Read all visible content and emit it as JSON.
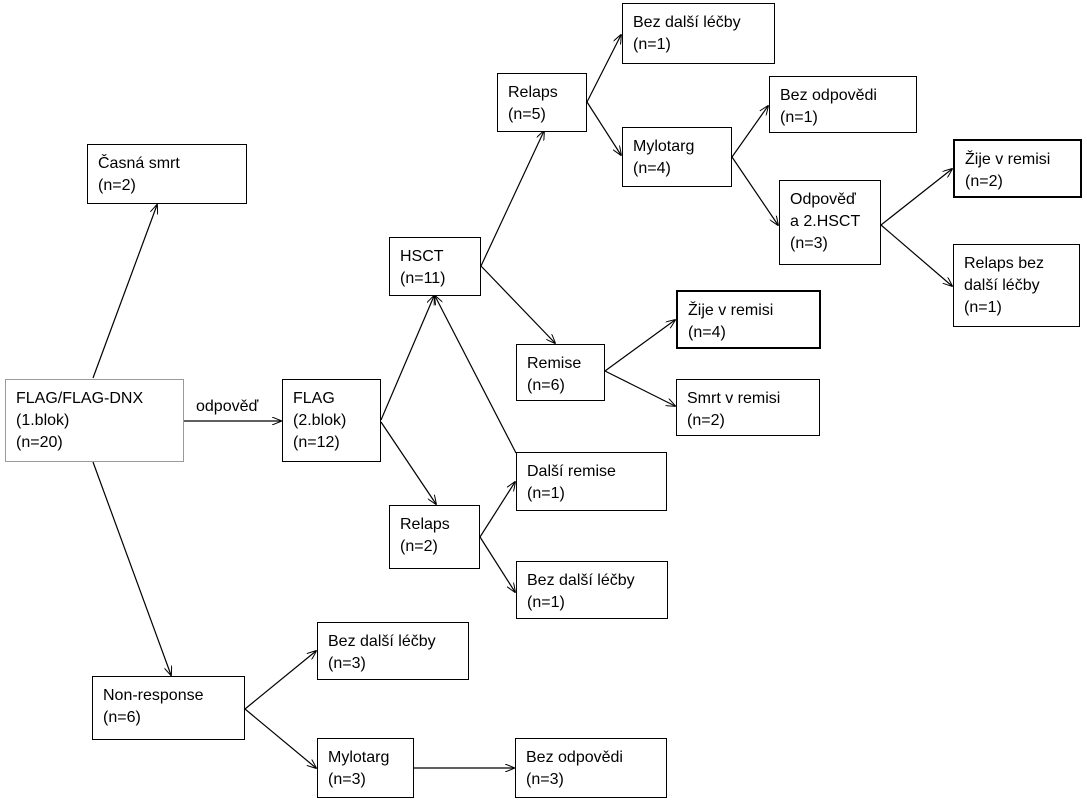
{
  "nodes": {
    "root": {
      "line1": "FLAG/FLAG-DNX",
      "line2": "(1.blok)",
      "line3": "(n=20)"
    },
    "early_death": {
      "line1": "Časná smrt",
      "line2": "(n=2)"
    },
    "flag2": {
      "line1": "FLAG",
      "line2": "(2.blok)",
      "line3": "(n=12)"
    },
    "nonresp": {
      "line1": "Non-response",
      "line2": "(n=6)"
    },
    "hsct": {
      "line1": "HSCT",
      "line2": "(n=11)"
    },
    "relaps2": {
      "line1": "Relaps",
      "line2": "(n=2)"
    },
    "relaps5": {
      "line1": "Relaps",
      "line2": "(n=5)"
    },
    "remise6": {
      "line1": "Remise",
      "line2": "(n=6)"
    },
    "dalsi_remise": {
      "line1": "Další remise",
      "line2": "(n=1)"
    },
    "bez_dalsi_1b": {
      "line1": "Bez další léčby",
      "line2": "(n=1)"
    },
    "bez_dalsi_1a": {
      "line1": "Bez další léčby",
      "line2": "(n=1)"
    },
    "mylotarg4": {
      "line1": "Mylotarg",
      "line2": "(n=4)"
    },
    "bez_odp_1": {
      "line1": "Bez odpovědi",
      "line2": "(n=1)"
    },
    "odp_hsct": {
      "line1": "Odpověď",
      "line2": "a 2.HSCT",
      "line3": "(n=3)"
    },
    "zije2": {
      "line1": "Žije v remisi",
      "line2": "(n=2)"
    },
    "relaps_bez": {
      "line1": "Relaps bez",
      "line2": "další léčby",
      "line3": "(n=1)"
    },
    "zije4": {
      "line1": "Žije v remisi",
      "line2": "(n=4)"
    },
    "smrt_remisi": {
      "line1": "Smrt v remisi",
      "line2": "(n=2)"
    },
    "bez_dalsi_3": {
      "line1": "Bez další léčby",
      "line2": "(n=3)"
    },
    "mylotarg3": {
      "line1": "Mylotarg",
      "line2": "(n=3)"
    },
    "bez_odp_3": {
      "line1": "Bez odpovědi",
      "line2": "(n=3)"
    }
  },
  "edge_labels": {
    "response": "odpověď"
  },
  "colors": {
    "line": "#000000",
    "root_border": "#9a9a9a"
  }
}
